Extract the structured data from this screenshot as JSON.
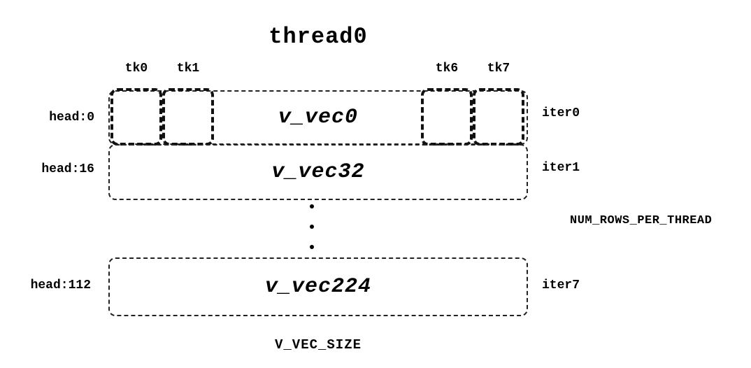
{
  "title": "thread0",
  "diagram": {
    "tk_labels": [
      "tk0",
      "tk1",
      "tk6",
      "tk7"
    ],
    "rows": [
      {
        "head": "head:0",
        "vec": "v_vec0",
        "iter": "iter0"
      },
      {
        "head": "head:16",
        "vec": "v_vec32",
        "iter": "iter1"
      },
      {
        "head": "head:112",
        "vec": "v_vec224",
        "iter": "iter7"
      }
    ],
    "right_label": "NUM_ROWS_PER_THREAD",
    "bottom_label": "V_VEC_SIZE"
  }
}
